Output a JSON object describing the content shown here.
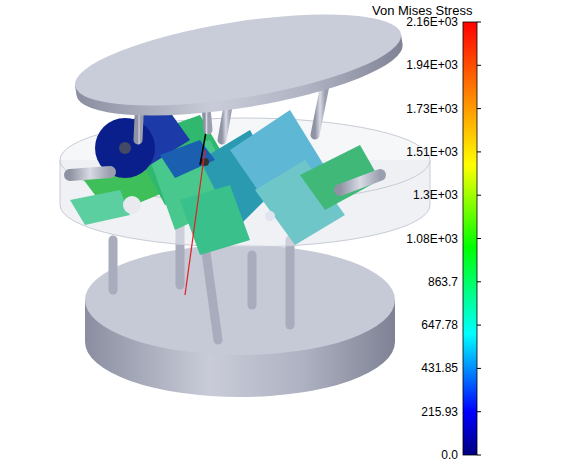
{
  "diagram": {
    "title": "Von Mises Stress",
    "labels": [
      "2.16E+03",
      "1.94E+03",
      "1.73E+03",
      "1.51E+03",
      "1.3E+03",
      "1.08E+03",
      "863.7",
      "647.78",
      "431.85",
      "215.93",
      "0.0"
    ]
  }
}
